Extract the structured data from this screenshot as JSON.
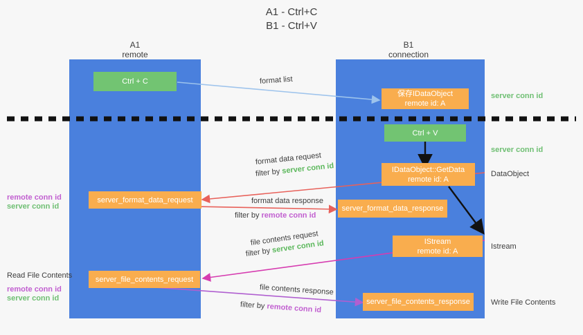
{
  "title": {
    "line1": "A1 - Ctrl+C",
    "line2": "B1 - Ctrl+V"
  },
  "colors": {
    "lane": "#4a80dd",
    "node_green": "#72c472",
    "node_orange": "#f9ad4e",
    "server_conn": "#5cb85c",
    "remote_conn": "#c15fd0",
    "arrow_blue": "#9dc3ec",
    "arrow_red": "#e8615a",
    "arrow_magenta": "#d63cb0",
    "arrow_purple": "#b05fd0",
    "arrow_black": "#000000",
    "background": "#f7f7f7"
  },
  "columns": [
    {
      "name": "A1",
      "sub": "remote"
    },
    {
      "name": "B1",
      "sub": "connection"
    }
  ],
  "nodes": {
    "ctrl_c": {
      "label": "Ctrl + C"
    },
    "idataobject": {
      "l1": "保存IDataObject",
      "l2": "remote id: A"
    },
    "ctrl_v": {
      "label": "Ctrl + V"
    },
    "getdata": {
      "l1": "IDataObject::GetData",
      "l2": "remote id: A"
    },
    "format_data_request": {
      "label": "server_format_data_request"
    },
    "format_data_response": {
      "label": "server_format_data_response"
    },
    "istream": {
      "l1": "IStream",
      "l2": "remote id: A"
    },
    "file_contents_request": {
      "label": "server_file_contents_request"
    },
    "file_contents_response": {
      "label": "server_file_contents_response"
    }
  },
  "right_labels": {
    "server_conn_1": "server conn id",
    "server_conn_2": "server conn id",
    "dataobject": "DataObject",
    "istream": "Istream",
    "write_file_contents": "Write File Contents"
  },
  "left_labels": {
    "remote_conn_1": "remote conn id",
    "server_conn_1": "server conn id",
    "read_file_contents": "Read File Contents",
    "remote_conn_2": "remote conn id",
    "server_conn_2": "server conn id"
  },
  "edge_labels": {
    "format_list": "format list",
    "format_data_request": "format data request",
    "filter_by": "filter by ",
    "server_conn_id": "server conn id",
    "remote_conn_id": "remote conn id",
    "format_data_response": "format data response",
    "file_contents_request": "file contents request",
    "file_contents_response": "file contents response"
  }
}
